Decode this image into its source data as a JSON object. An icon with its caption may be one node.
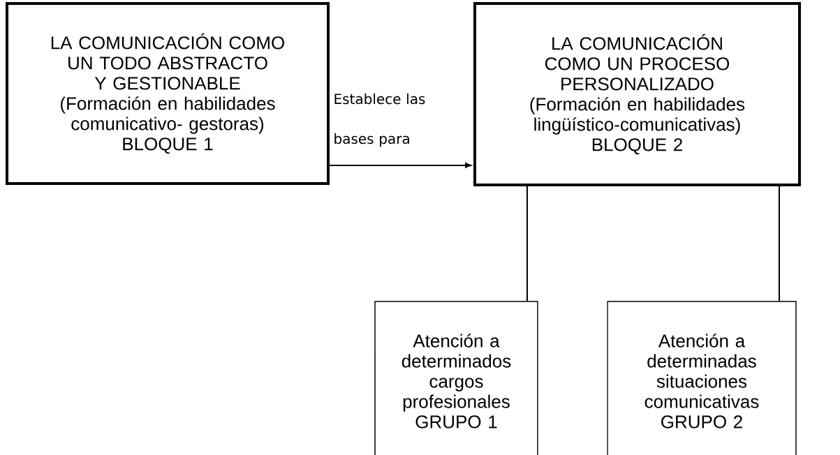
{
  "diagram": {
    "nodes": [
      {
        "text": [
          "LA COMUNICACIÓN COMO UN TODO ABSTRACTO Y GESTIONABLE",
          "(Formación en habilidades comunicativo- gestoras)",
          "BLOQUE 1"
        ]
      },
      {
        "text": [
          "LA COMUNICACIÓN COMO UN PROCESO PERSONALIZADO",
          "(Formación en habilidades lingüístico-comunicativas)",
          "BLOQUE 2"
        ]
      },
      {
        "text": [
          "Atención a determinados cargos profesionales",
          "GRUPO 1"
        ]
      },
      {
        "text": [
          "Atención a determinadas situaciones comunicativas",
          "GRUPO 2"
        ]
      }
    ],
    "edges": [
      {
        "from": 0,
        "to": 1,
        "arrow": "to",
        "label": "Establece las bases para"
      },
      {
        "from": 1,
        "to": 2,
        "arrow": "none"
      },
      {
        "from": 1,
        "to": 3,
        "arrow": "none"
      }
    ]
  }
}
